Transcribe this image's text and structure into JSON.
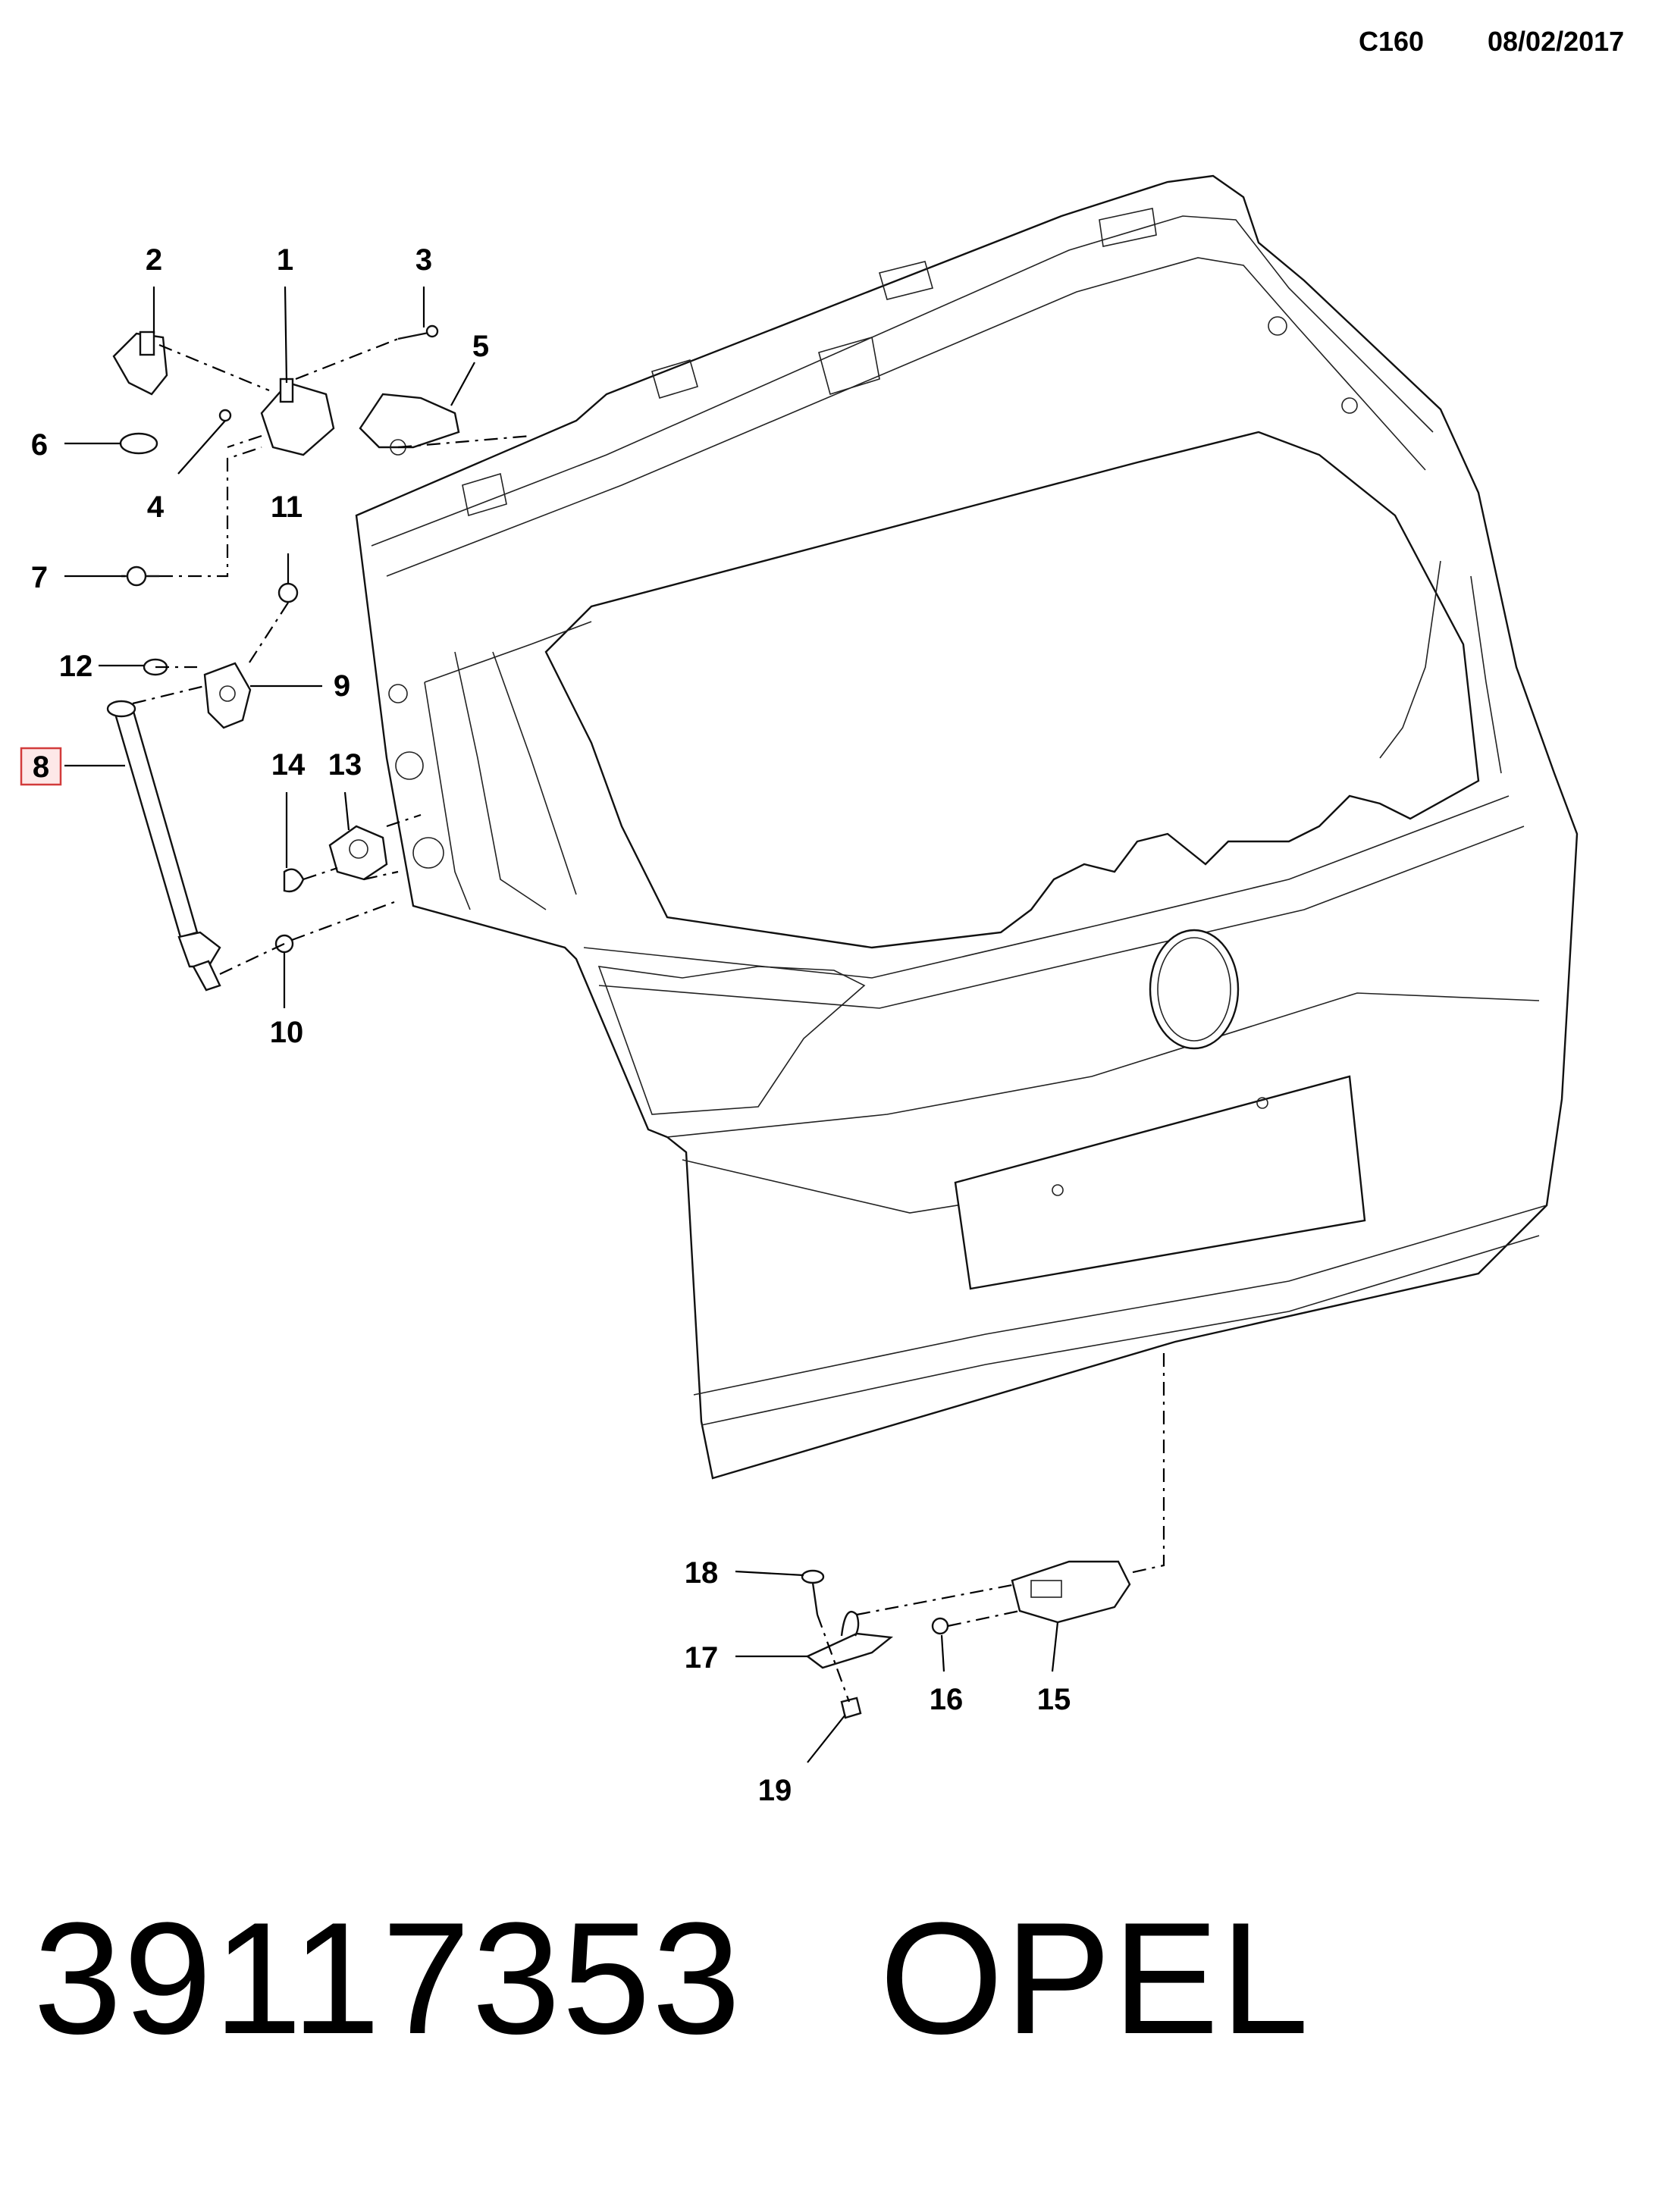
{
  "header": {
    "code": "C160",
    "date": "08/02/2017"
  },
  "diagram": {
    "highlight_color": "#d23b3b",
    "highlight_fill": "#fde8e8",
    "highlighted_callout": "8",
    "callouts": {
      "c1": "1",
      "c2": "2",
      "c3": "3",
      "c4": "4",
      "c5": "5",
      "c6": "6",
      "c7": "7",
      "c8": "8",
      "c9": "9",
      "c10": "10",
      "c11": "11",
      "c12": "12",
      "c13": "13",
      "c14": "14",
      "c15": "15",
      "c16": "16",
      "c17": "17",
      "c18": "18",
      "c19": "19"
    }
  },
  "footer": {
    "part_number": "39117353",
    "brand": "OPEL"
  }
}
